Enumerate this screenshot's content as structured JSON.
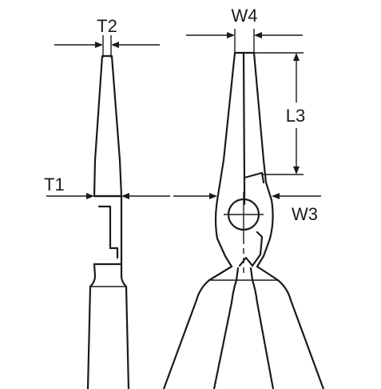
{
  "labels": {
    "t2": "T2",
    "w4": "W4",
    "l3": "L3",
    "t1": "T1",
    "w3": "W3"
  },
  "colors": {
    "line": "#1a1a1a",
    "background": "#ffffff"
  }
}
